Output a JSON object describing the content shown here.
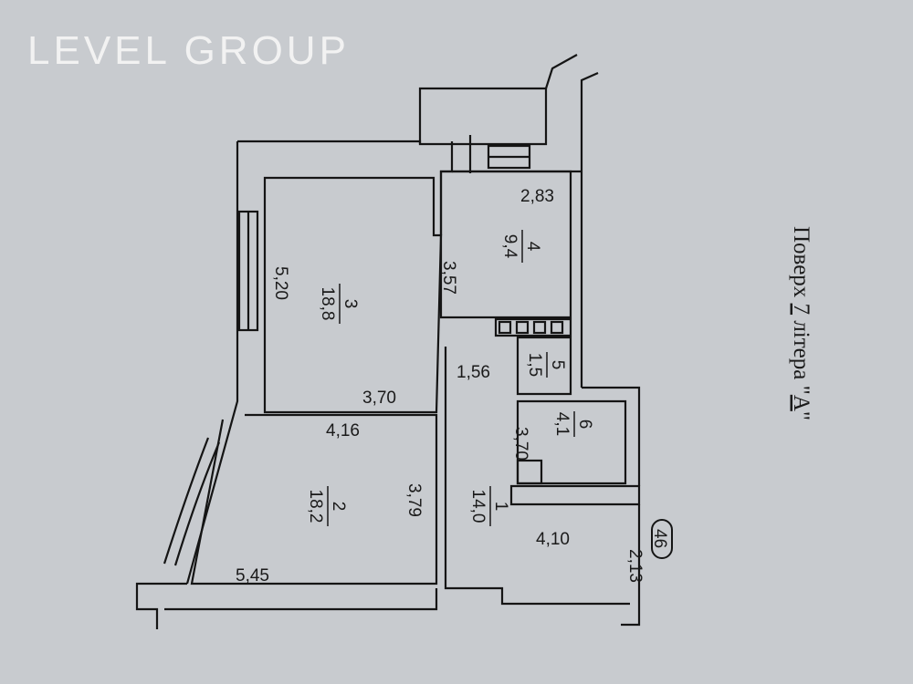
{
  "title": {
    "prefix": "Поверх ",
    "floor": "7",
    "suffix": " літера \"",
    "letter": "А",
    "end": "\""
  },
  "watermark": "LEVEL GROUP",
  "rooms": [
    {
      "number": "1",
      "area": "14,0"
    },
    {
      "number": "2",
      "area": "18,2"
    },
    {
      "number": "3",
      "area": "18,8"
    },
    {
      "number": "4",
      "area": "9,4"
    },
    {
      "number": "5",
      "area": "1,5"
    },
    {
      "number": "6",
      "area": "4,1"
    }
  ],
  "dimensions": {
    "d283": "2,83",
    "d357": "3,57",
    "d520": "5,20",
    "d370a": "3,70",
    "d416": "4,16",
    "d156": "1,56",
    "d370b": "3,70",
    "d379": "3,79",
    "d545": "5,45",
    "d410": "4,10",
    "d213": "2,13"
  },
  "unit_marker": "46"
}
